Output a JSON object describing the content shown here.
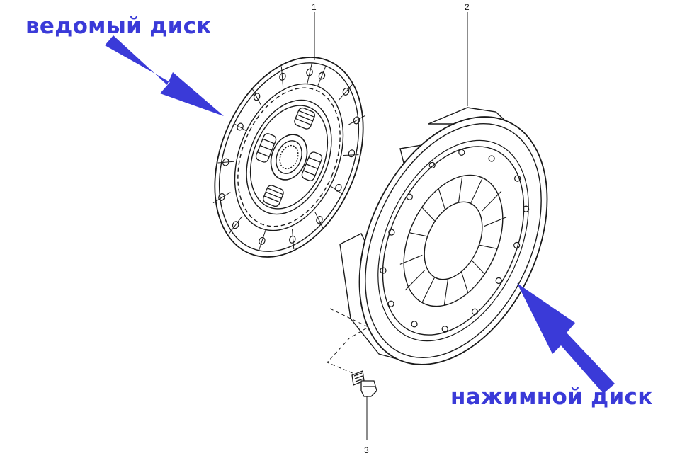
{
  "parts": [
    {
      "number": "1",
      "name": "driven-disc"
    },
    {
      "number": "2",
      "name": "pressure-plate"
    },
    {
      "number": "3",
      "name": "bolt"
    }
  ],
  "callouts": {
    "driven_disc": "ведомый диск",
    "pressure_plate": "нажимной диск"
  },
  "colors": {
    "callout_text": "#3a3ad8",
    "arrow_fill": "#3a3ad8",
    "line_art": "#1a1a1a",
    "background": "#ffffff"
  }
}
